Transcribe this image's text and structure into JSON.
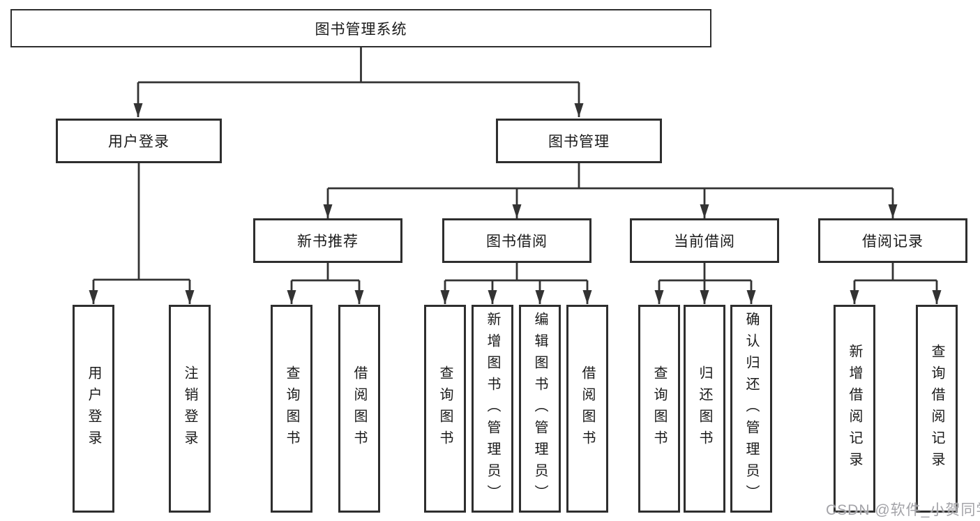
{
  "diagram": {
    "root": "图书管理系统",
    "user_login": {
      "label": "用户登录",
      "children": [
        "用户登录",
        "注销登录"
      ]
    },
    "book_mgmt": {
      "label": "图书管理"
    },
    "new_books": {
      "label": "新书推荐",
      "children": [
        "查询图书",
        "借阅图书"
      ]
    },
    "borrowing": {
      "label": "图书借阅",
      "children": [
        "查询图书",
        "新增图书（管理员）",
        "编辑图书（管理员）",
        "借阅图书"
      ]
    },
    "current": {
      "label": "当前借阅",
      "children": [
        "查询图书",
        "归还图书",
        "确认归还（管理员）"
      ]
    },
    "records": {
      "label": "借阅记录",
      "children": [
        "新增借阅记录",
        "查询借阅记录"
      ]
    }
  },
  "watermark": "CSDN @软件_小贺同学",
  "colors": {
    "line": "#333333",
    "border": "#2e2e2e",
    "text": "#1a1a1a",
    "watermark": "#a3a3a8",
    "background": "#ffffff"
  }
}
